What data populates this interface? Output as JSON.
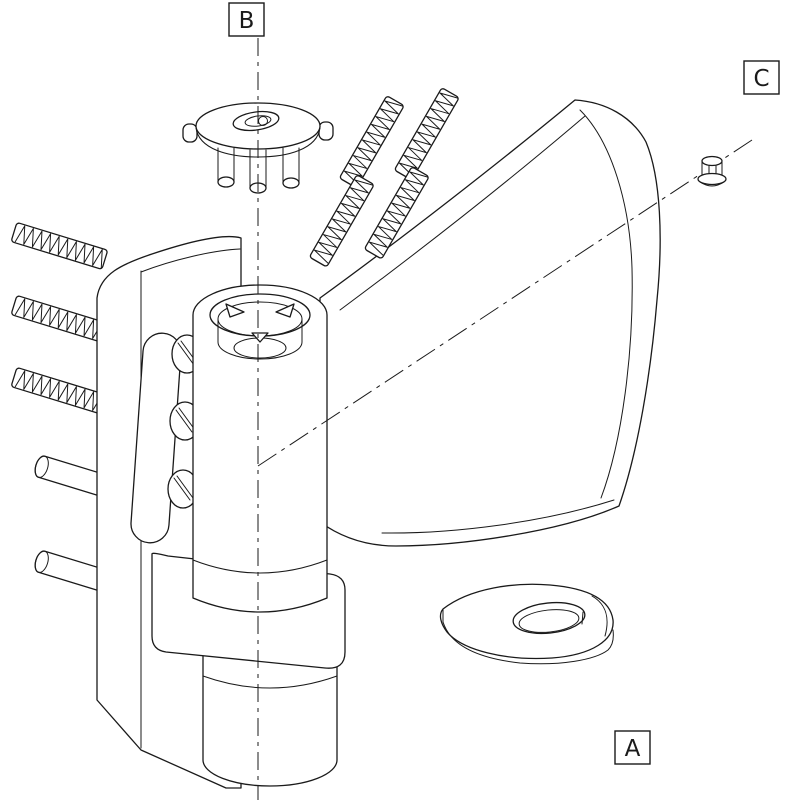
{
  "drawing": {
    "type": "exploded-assembly-technical-drawing",
    "labels": {
      "a": "A",
      "b": "B",
      "c": "C"
    },
    "colors": {
      "line": "#1a1a1a",
      "background": "#ffffff"
    }
  }
}
